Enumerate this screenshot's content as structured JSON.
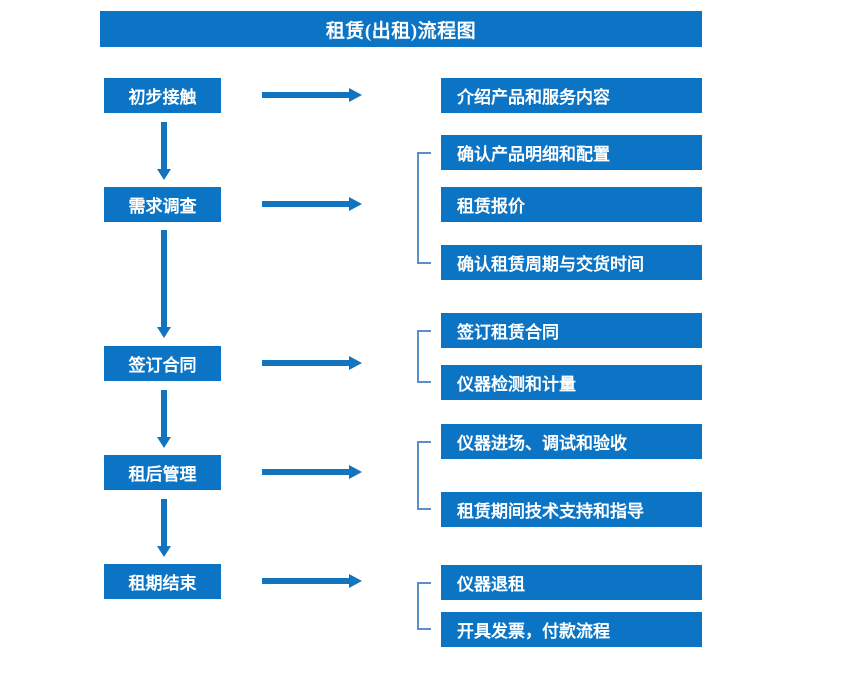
{
  "title": "租赁(出租)流程图",
  "theme": {
    "box_blue": "#0C74C4",
    "arrow_blue": "#1273BE",
    "bracket_blue": "#5B8FC9",
    "text_white": "#FFFFFF",
    "background": "#FFFFFF"
  },
  "stages": [
    {
      "label": "初步接触"
    },
    {
      "label": "需求调查"
    },
    {
      "label": "签订合同"
    },
    {
      "label": "租后管理"
    },
    {
      "label": "租期结束"
    }
  ],
  "details": [
    {
      "label": "介绍产品和服务内容"
    },
    {
      "label": "确认产品明细和配置"
    },
    {
      "label": "租赁报价"
    },
    {
      "label": "确认租赁周期与交货时间"
    },
    {
      "label": "签订租赁合同"
    },
    {
      "label": "仪器检测和计量"
    },
    {
      "label": "仪器进场、调试和验收"
    },
    {
      "label": "租赁期间技术支持和指导"
    },
    {
      "label": "仪器退租"
    },
    {
      "label": "开具发票，付款流程"
    }
  ],
  "connectors": {
    "stage_to_detail_arrow": "right-arrow",
    "stage_to_stage_arrow": "down-arrow",
    "group_marker": "square-bracket"
  }
}
